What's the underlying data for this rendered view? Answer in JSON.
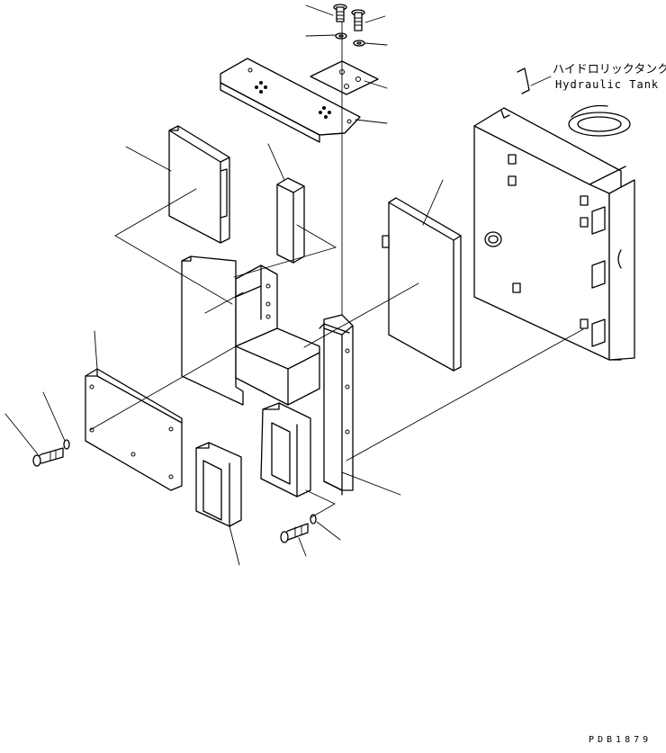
{
  "labels": {
    "hydraulic_tank_jp": "ハイドロリックタンク",
    "hydraulic_tank_en": "Hydraulic Tank",
    "drawing_code": "PDB1879"
  }
}
